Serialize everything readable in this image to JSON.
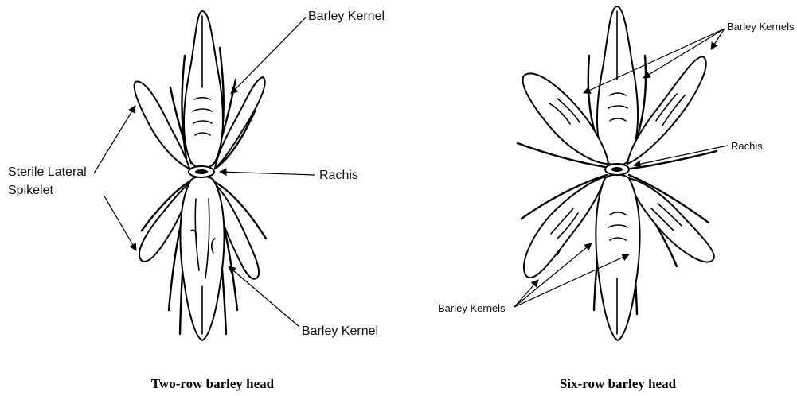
{
  "two_row": {
    "caption": "Two-row barley head",
    "label_kernel_top": "Barley Kernel",
    "label_rachis": "Rachis",
    "label_sterile_line1": "Sterile Lateral",
    "label_sterile_line2": "Spikelet",
    "label_kernel_bottom": "Barley Kernel"
  },
  "six_row": {
    "caption": "Six-row barley head",
    "label_kernels_top": "Barley Kernels",
    "label_rachis": "Rachis",
    "label_kernels_bottom": "Barley Kernels"
  }
}
